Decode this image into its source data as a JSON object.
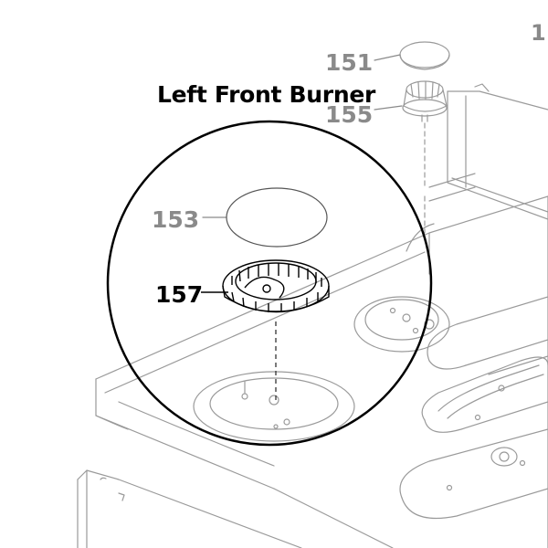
{
  "diagram": {
    "title": "Left Front Burner",
    "parts": [
      {
        "id": "151",
        "color": "#8a8a8a"
      },
      {
        "id": "155",
        "color": "#8a8a8a"
      },
      {
        "id": "153",
        "color": "#8a8a8a"
      },
      {
        "id": "157",
        "color": "#000000"
      }
    ],
    "edge_label": "1",
    "highlight_color": "#000000"
  }
}
